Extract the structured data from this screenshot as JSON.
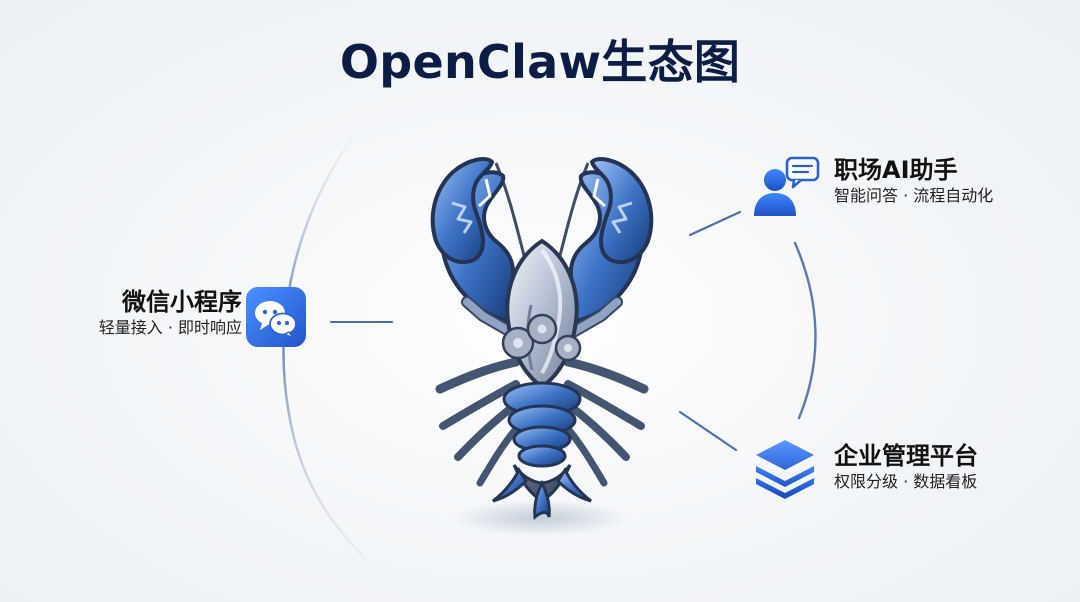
{
  "title": "OpenClaw生态图",
  "nodes": {
    "wechat": {
      "heading": "微信小程序",
      "sub": "轻量接入 · 即时响应"
    },
    "assistant": {
      "heading": "职场AI助手",
      "sub": "智能问答 · 流程自动化"
    },
    "enterprise": {
      "heading": "企业管理平台",
      "sub": "权限分级 · 数据看板"
    }
  },
  "colors": {
    "title": "#0c1d45",
    "accent": "#2f6bd8",
    "line": "#3f5f9e",
    "lobster_light": "#d7dde7",
    "lobster_mid": "#9fb0c9",
    "lobster_dark": "#2d4f8f"
  },
  "icons": {
    "wechat": "wechat-app-icon",
    "assistant": "chat-user-icon",
    "enterprise": "layers-stack-icon",
    "center": "robot-lobster-icon"
  }
}
